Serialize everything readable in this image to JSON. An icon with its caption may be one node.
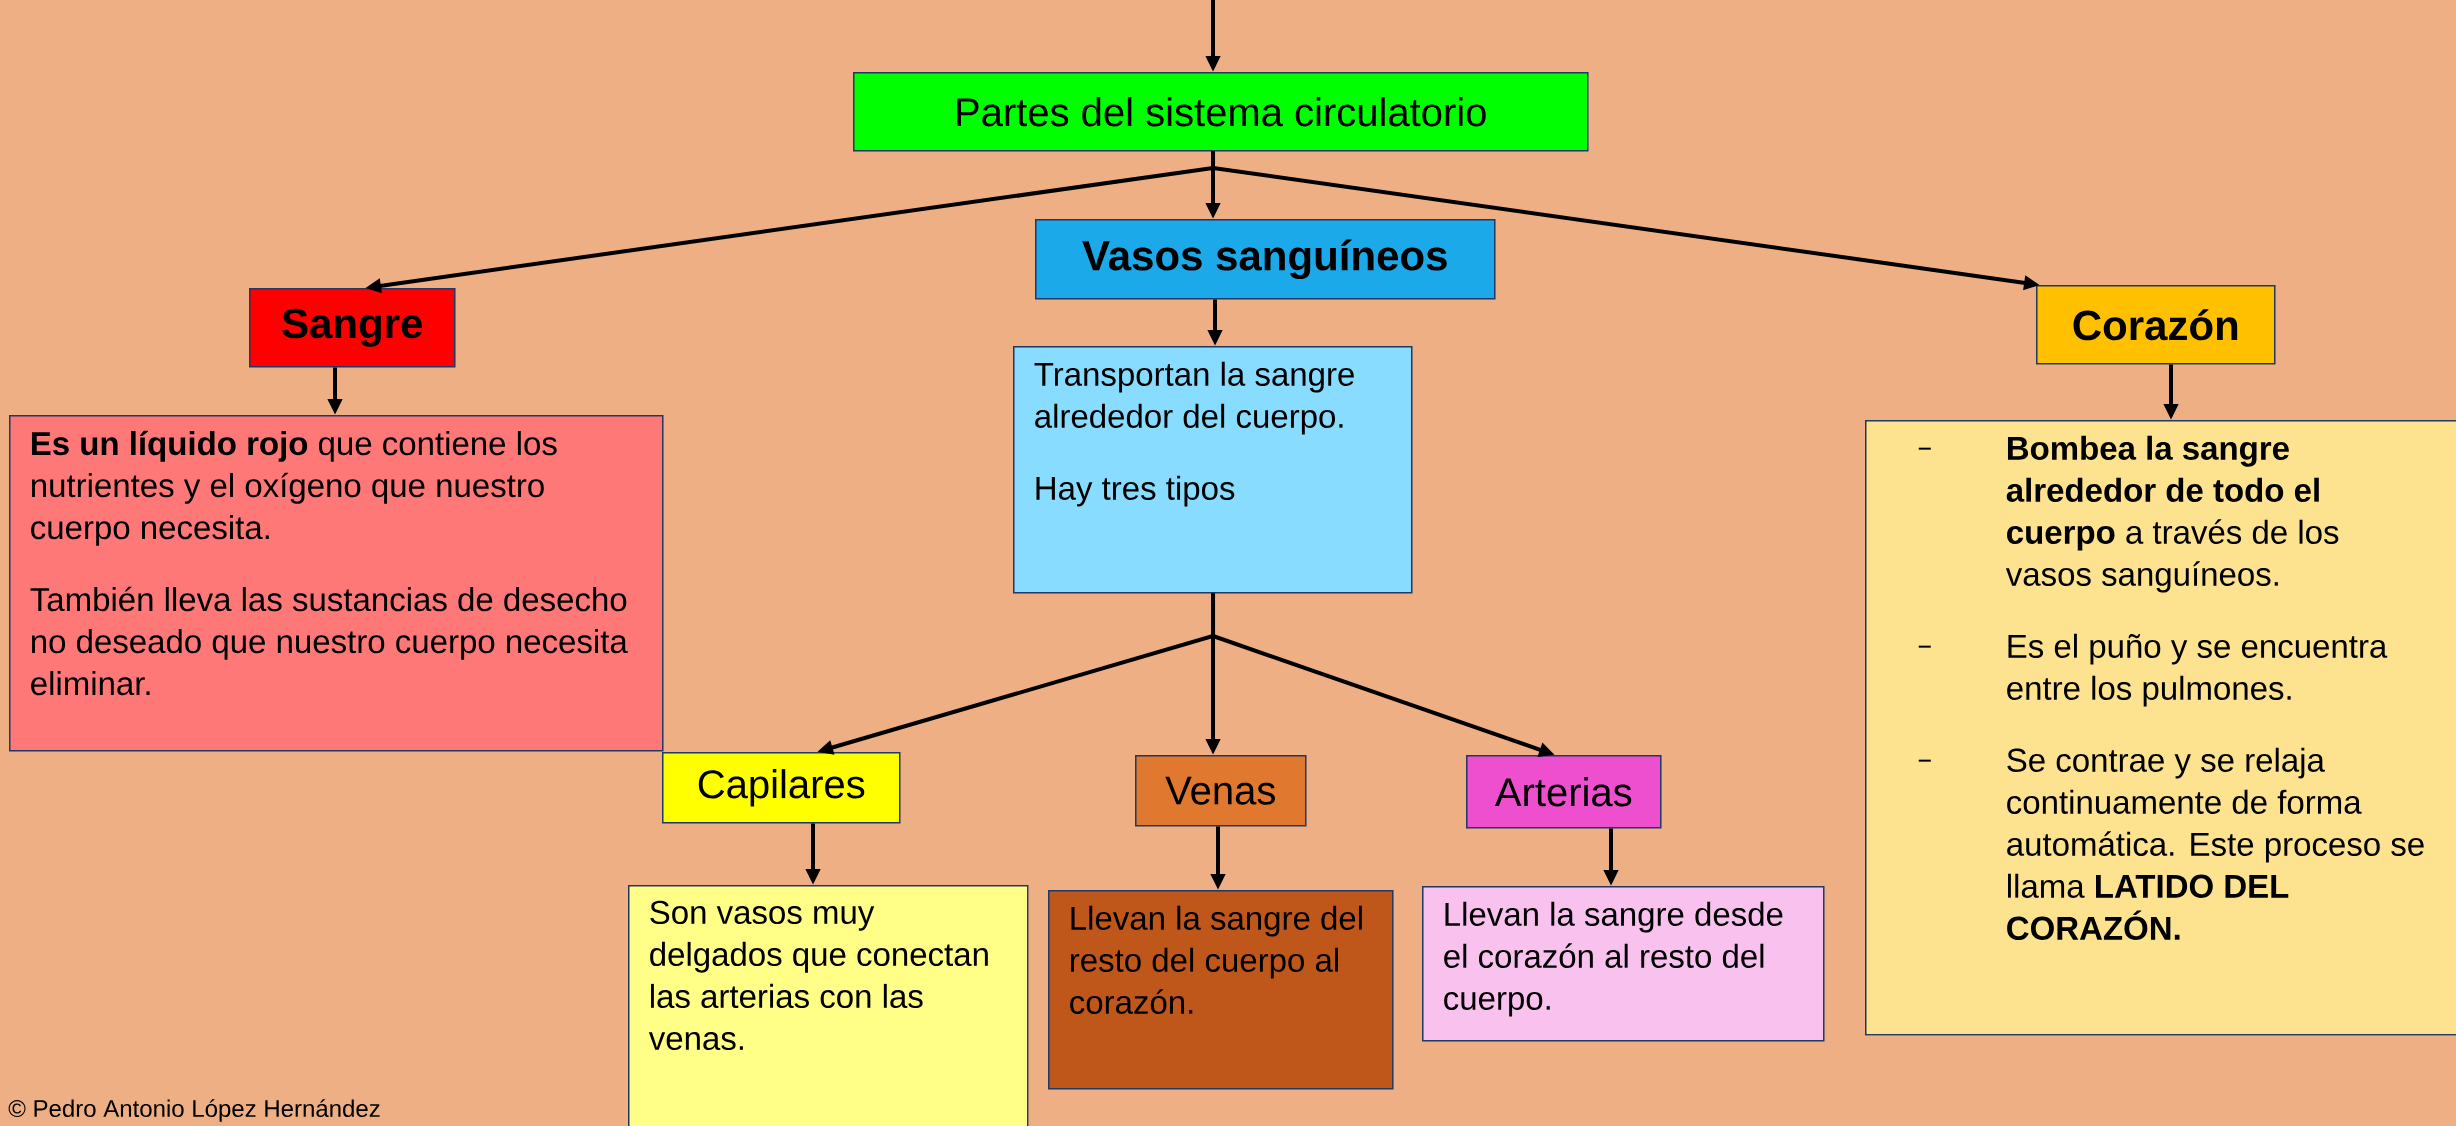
{
  "diagram": {
    "nodes": [
      {
        "text": [
          "Partes del sistema circulatorio"
        ]
      },
      {
        "text": [
          "Sangre"
        ]
      },
      {
        "text": [
          "**Es un líquido rojo** que contiene los nutrientes y el oxígeno que nuestro cuerpo necesita.",
          "También lleva las sustancias de desecho no deseado que nuestro cuerpo necesita eliminar."
        ]
      },
      {
        "text": [
          "Vasos sanguíneos"
        ]
      },
      {
        "text": [
          "Transportan la sangre alrededor del cuerpo.",
          "Hay tres tipos"
        ]
      },
      {
        "text": [
          "Corazón"
        ]
      },
      {
        "text": [
          "**Bombea la sangre alrededor de todo el cuerpo** a través de los vasos sanguíneos.",
          "Es el puño y se encuentra entre los pulmones.",
          "Se contrae y se relaja continuamente de forma automática. Este proceso se llama **LATIDO DEL CORAZÓN.**"
        ]
      },
      {
        "text": [
          "Capilares"
        ]
      },
      {
        "text": [
          "Venas"
        ]
      },
      {
        "text": [
          "Arterias"
        ]
      },
      {
        "text": [
          "Son vasos muy delgados que conectan las arterias con las venas."
        ]
      },
      {
        "text": [
          "Llevan la sangre del resto del cuerpo al corazón."
        ]
      },
      {
        "text": [
          "Llevan la sangre desde el corazón al resto del cuerpo."
        ]
      }
    ],
    "edges": [
      {
        "from": null,
        "to": 0,
        "arrow": "to"
      },
      {
        "from": 0,
        "to": 1,
        "arrow": "to"
      },
      {
        "from": 0,
        "to": 3,
        "arrow": "to"
      },
      {
        "from": 0,
        "to": 5,
        "arrow": "to"
      },
      {
        "from": 1,
        "to": 2,
        "arrow": "to"
      },
      {
        "from": 3,
        "to": 4,
        "arrow": "to"
      },
      {
        "from": 5,
        "to": 6,
        "arrow": "to"
      },
      {
        "from": 4,
        "to": 7,
        "arrow": "to"
      },
      {
        "from": 4,
        "to": 8,
        "arrow": "to"
      },
      {
        "from": 4,
        "to": 9,
        "arrow": "to"
      },
      {
        "from": 7,
        "to": 10,
        "arrow": "to"
      },
      {
        "from": 8,
        "to": 11,
        "arrow": "to"
      },
      {
        "from": 9,
        "to": 12,
        "arrow": "to"
      }
    ],
    "labels": [
      "© Pedro Antonio López Hernández"
    ]
  }
}
